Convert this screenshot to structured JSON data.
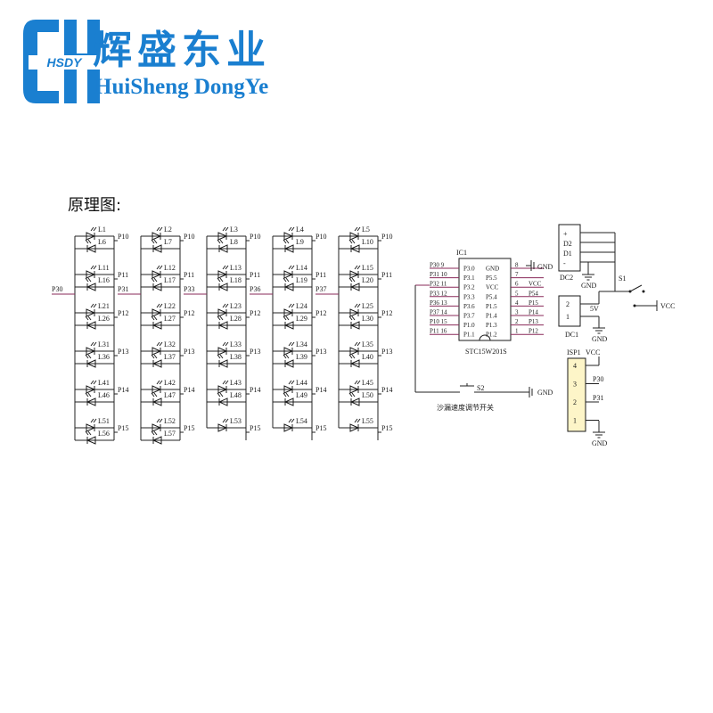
{
  "header": {
    "logo_text": "HSDY",
    "title_cn": "辉盛东业",
    "title_en": "HuiSheng DongYe"
  },
  "schematic": {
    "section_label": "原理图:",
    "columns": [
      {
        "common": "P30",
        "leds": [
          "L1",
          "L6",
          "L11",
          "L16",
          "L21",
          "L26",
          "L31",
          "L36",
          "L41",
          "L46",
          "L51",
          "L56"
        ]
      },
      {
        "common": "P31",
        "leds": [
          "L2",
          "L7",
          "L12",
          "L17",
          "L22",
          "L27",
          "L32",
          "L37",
          "L42",
          "L47",
          "L52",
          "L57"
        ]
      },
      {
        "common": "P33",
        "leds": [
          "L3",
          "L8",
          "L13",
          "L18",
          "L23",
          "L28",
          "L33",
          "L38",
          "L43",
          "L48",
          "L53"
        ]
      },
      {
        "common": "P36",
        "leds": [
          "L4",
          "L9",
          "L14",
          "L19",
          "L24",
          "L29",
          "L34",
          "L39",
          "L44",
          "L49",
          "L54"
        ]
      },
      {
        "common": "P37",
        "leds": [
          "L5",
          "L10",
          "L15",
          "L20",
          "L25",
          "L30",
          "L35",
          "L40",
          "L45",
          "L50",
          "L55"
        ]
      }
    ],
    "row_labels": [
      "P10",
      "P11",
      "P12",
      "P13",
      "P14",
      "P15"
    ],
    "ic": {
      "ref": "IC1",
      "part": "STC15W201S",
      "left_nets": [
        "P30",
        "P31",
        "P32",
        "P33",
        "P36",
        "P37",
        "P10",
        "P11"
      ],
      "left_pin_nums": [
        "9",
        "10",
        "11",
        "12",
        "13",
        "14",
        "15",
        "16"
      ],
      "left_pins": [
        "P3.0",
        "P3.1",
        "P3.2",
        "P3.3",
        "P3.6",
        "P3.7",
        "P1.0",
        "P1.1"
      ],
      "right_pins": [
        "GND",
        "P5.5",
        "VCC",
        "P5.4",
        "P1.5",
        "P1.4",
        "P1.3",
        "P1.2"
      ],
      "right_pin_nums": [
        "8",
        "7",
        "6",
        "5",
        "4",
        "3",
        "2",
        "1"
      ],
      "right_nets": [
        "GND",
        "",
        "VCC",
        "P54",
        "P15",
        "P14",
        "P13",
        "P12"
      ]
    },
    "dc2": {
      "ref": "DC2",
      "pins": [
        "+",
        "D2",
        "D1",
        "-"
      ],
      "gnd": "GND"
    },
    "dc1": {
      "ref": "DC1",
      "pins": [
        "2",
        "1"
      ],
      "voltage": "5V",
      "gnd": "GND"
    },
    "s1": {
      "ref": "S1",
      "vcc": "VCC"
    },
    "isp": {
      "ref": "ISP1",
      "vcc": "VCC",
      "pins": [
        "4",
        "3",
        "2",
        "1"
      ],
      "nets": [
        "P30",
        "P31"
      ],
      "gnd": "GND"
    },
    "s2": {
      "ref": "S2",
      "caption": "沙漏速度调节开关",
      "gnd": "GND"
    }
  },
  "colors": {
    "brand_blue": "#1a7fd0",
    "ic_bg": "#ffffff",
    "isp_bg": "#fdf5c8",
    "wire": "#222222",
    "pin_wire": "#8a2a5a"
  }
}
